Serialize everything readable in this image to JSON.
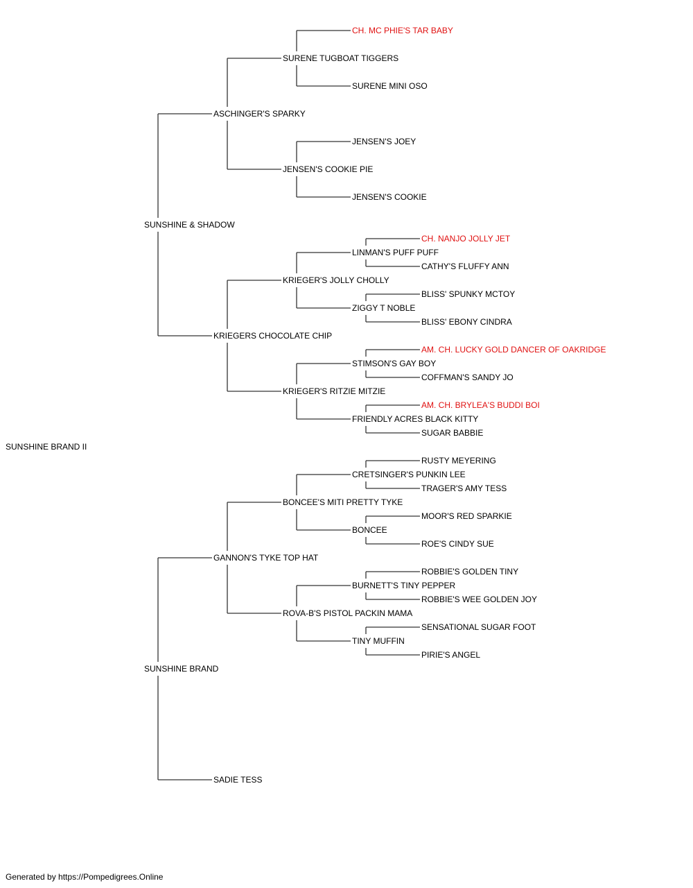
{
  "pedigree": {
    "name": "SUNSHINE BRAND II",
    "sire": {
      "name": "SUNSHINE & SHADOW",
      "sire": {
        "name": "ASCHINGER'S SPARKY",
        "sire": {
          "name": "SURENE TUGBOAT TIGGERS",
          "sire": {
            "name": "CH. MC PHIE'S TAR BABY",
            "champion": true
          },
          "dam": {
            "name": "SURENE MINI OSO"
          }
        },
        "dam": {
          "name": "JENSEN'S COOKIE PIE",
          "sire": {
            "name": "JENSEN'S JOEY"
          },
          "dam": {
            "name": "JENSEN'S COOKIE"
          }
        }
      },
      "dam": {
        "name": "KRIEGERS CHOCOLATE CHIP",
        "sire": {
          "name": "KRIEGER'S JOLLY CHOLLY",
          "sire": {
            "name": "LINMAN'S PUFF PUFF",
            "sire": {
              "name": "CH. NANJO JOLLY JET",
              "champion": true
            },
            "dam": {
              "name": "CATHY'S FLUFFY ANN"
            }
          },
          "dam": {
            "name": "ZIGGY T NOBLE",
            "sire": {
              "name": "BLISS' SPUNKY MCTOY"
            },
            "dam": {
              "name": "BLISS' EBONY CINDRA"
            }
          }
        },
        "dam": {
          "name": "KRIEGER'S RITZIE MITZIE",
          "sire": {
            "name": "STIMSON'S GAY BOY",
            "sire": {
              "name": "AM. CH. LUCKY GOLD DANCER OF OAKRIDGE",
              "champion": true
            },
            "dam": {
              "name": "COFFMAN'S SANDY JO"
            }
          },
          "dam": {
            "name": "FRIENDLY ACRES BLACK KITTY",
            "sire": {
              "name": "AM. CH. BRYLEA'S BUDDI BOI",
              "champion": true
            },
            "dam": {
              "name": "SUGAR BABBIE"
            }
          }
        }
      }
    },
    "dam": {
      "name": "SUNSHINE BRAND",
      "sire": {
        "name": "GANNON'S TYKE TOP HAT",
        "sire": {
          "name": "BONCEE'S MITI PRETTY TYKE",
          "sire": {
            "name": "CRETSINGER'S PUNKIN LEE",
            "sire": {
              "name": "RUSTY MEYERING"
            },
            "dam": {
              "name": "TRAGER'S AMY TESS"
            }
          },
          "dam": {
            "name": "BONCEE",
            "sire": {
              "name": "MOOR'S RED SPARKIE"
            },
            "dam": {
              "name": "ROE'S CINDY SUE"
            }
          }
        },
        "dam": {
          "name": "ROVA-B'S PISTOL PACKIN MAMA",
          "sire": {
            "name": "BURNETT'S TINY PEPPER",
            "sire": {
              "name": "ROBBIE'S GOLDEN TINY"
            },
            "dam": {
              "name": "ROBBIE'S WEE GOLDEN JOY"
            }
          },
          "dam": {
            "name": "TINY MUFFIN",
            "sire": {
              "name": "SENSATIONAL SUGAR FOOT"
            },
            "dam": {
              "name": "PIRIE'S ANGEL"
            }
          }
        }
      },
      "dam": {
        "name": "SADIE TESS"
      }
    }
  },
  "colors": {
    "champion": "#e01010",
    "normal": "#000000",
    "line": "#333333"
  },
  "footer": "Generated by https://Pompedigrees.Online"
}
